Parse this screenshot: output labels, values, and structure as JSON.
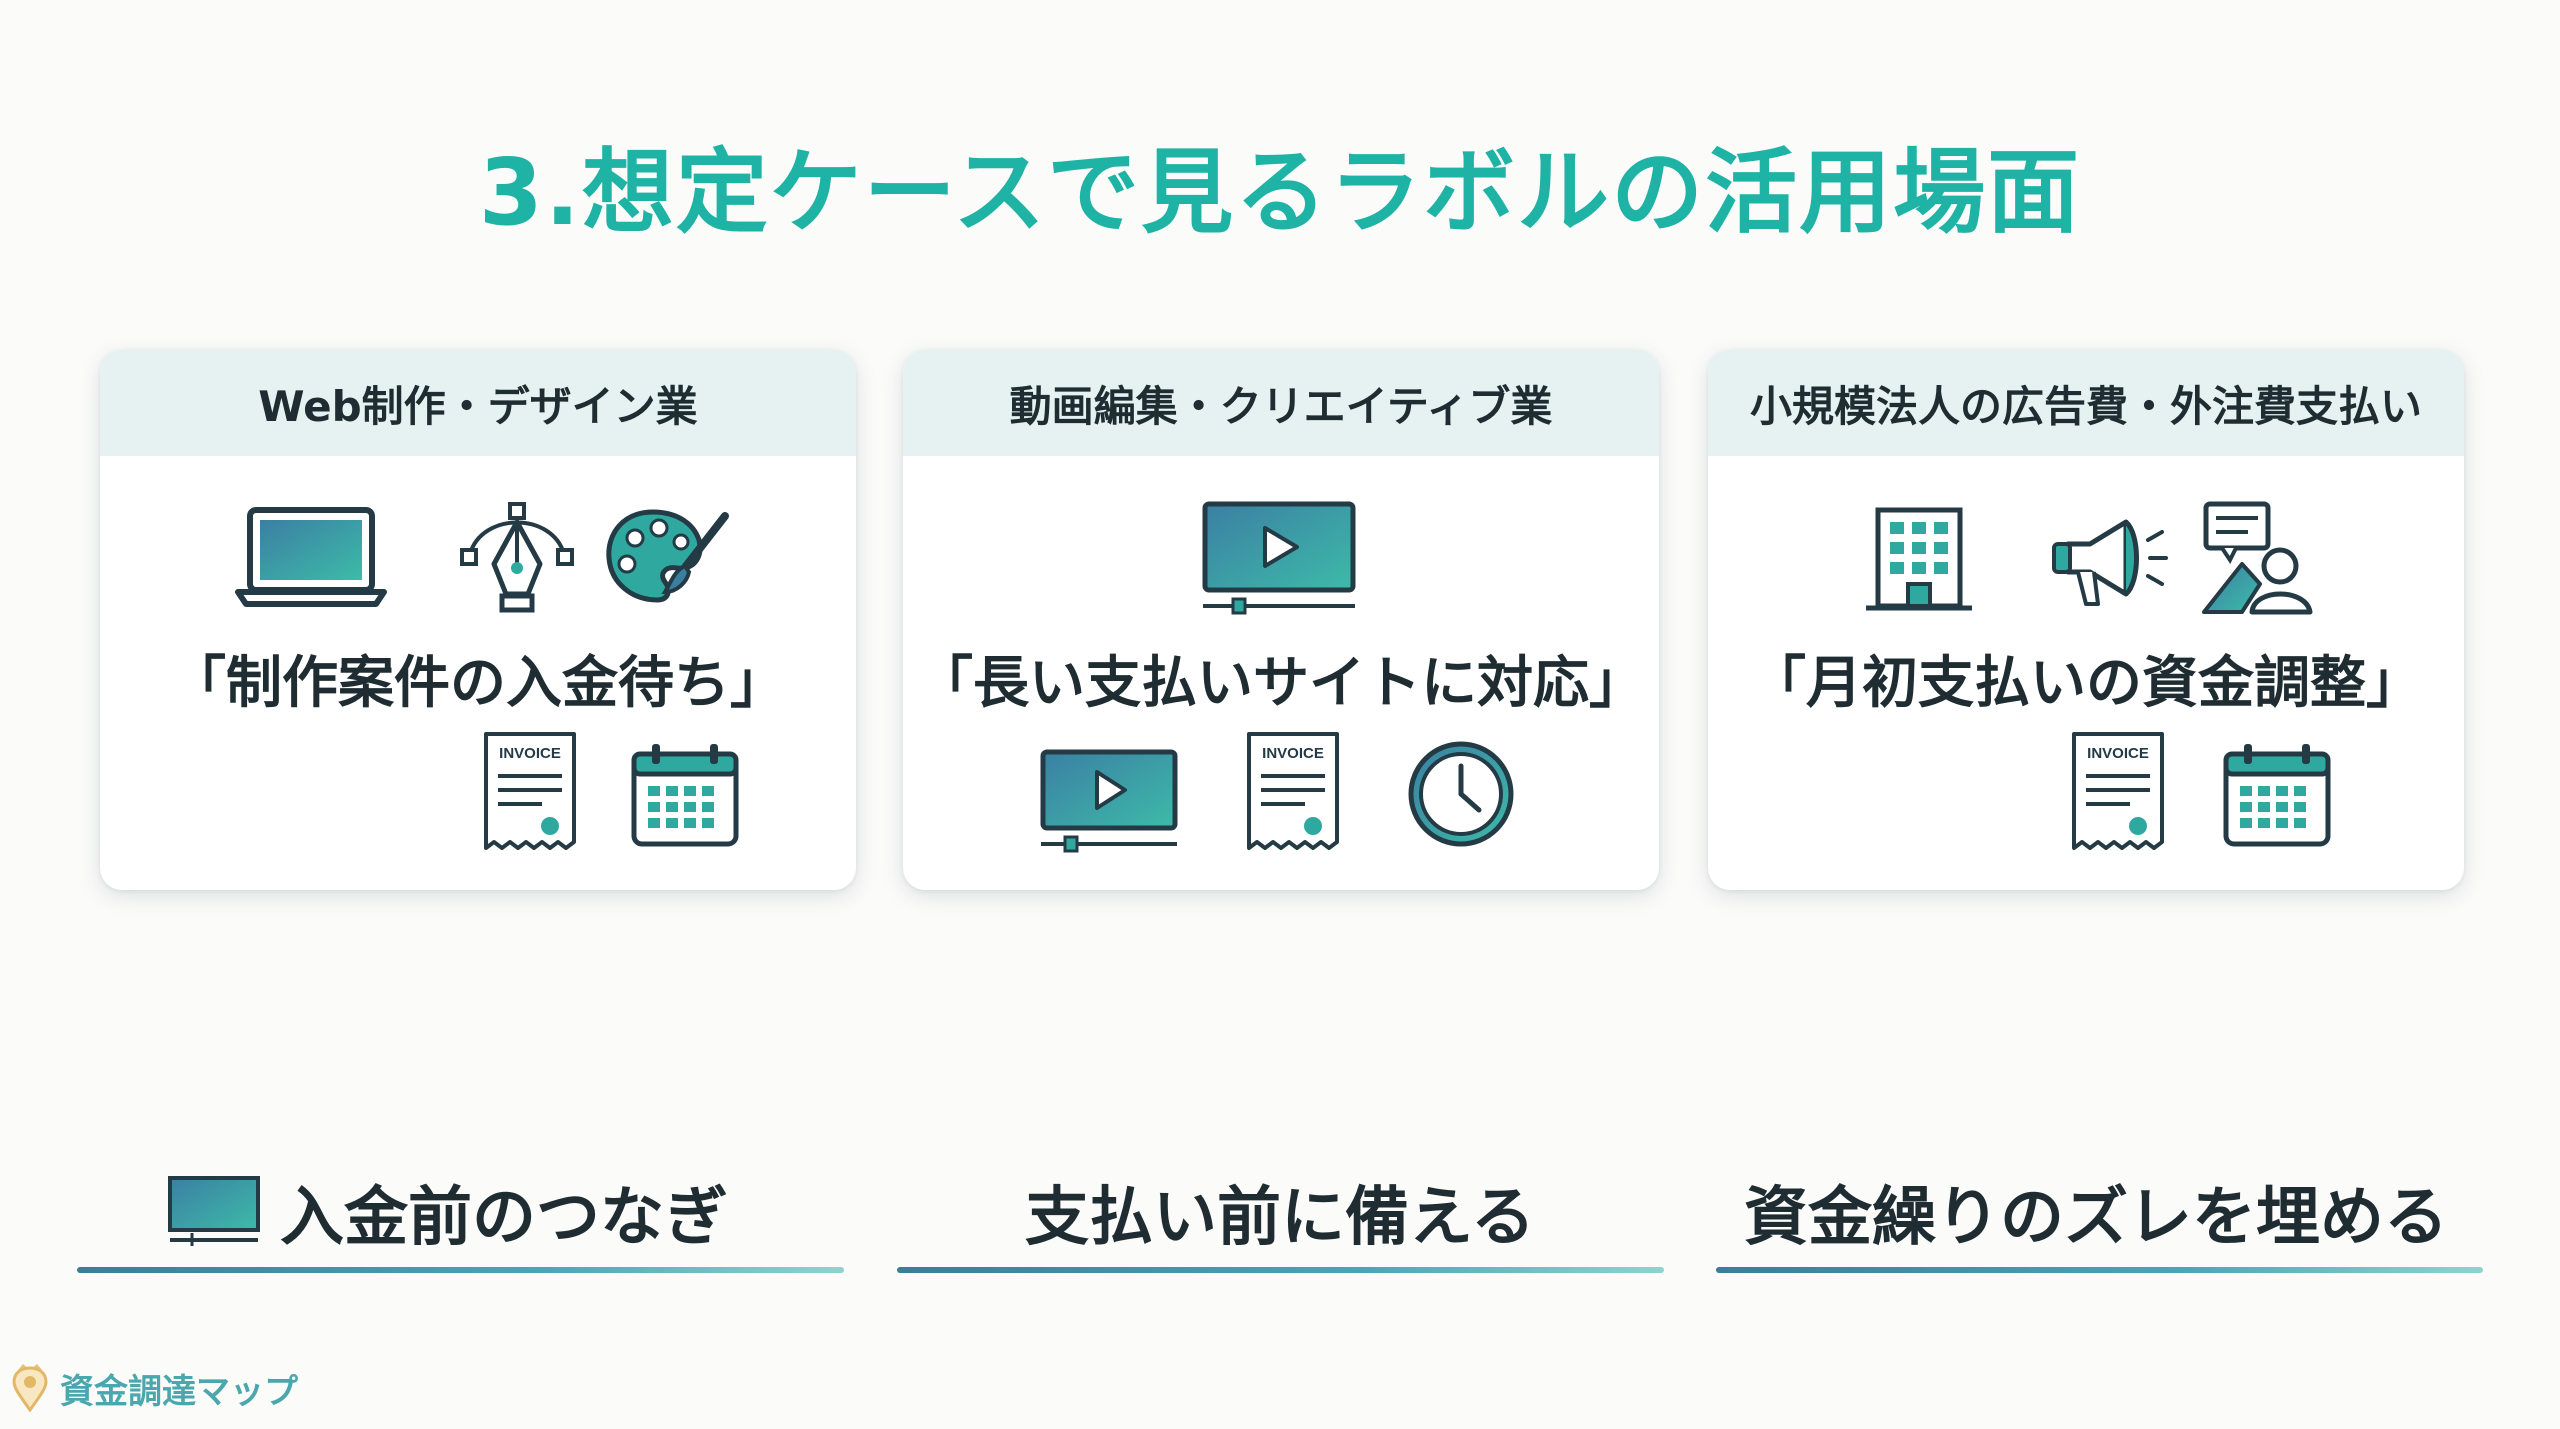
{
  "slide": {
    "title": "3.想定ケースで見るラボルの活用場面"
  },
  "cards": [
    {
      "header": "Web制作・デザイン業",
      "quote": "「制作案件の入金待ち」",
      "icons": [
        "laptop-icon",
        "pen-tool-icon",
        "palette-icon",
        "invoice-icon",
        "calendar-icon"
      ],
      "invoice_label": "INVOICE"
    },
    {
      "header": "動画編集・クリエイティブ業",
      "quote": "「長い支払いサイトに対応」",
      "icons": [
        "video-player-icon",
        "video-player-icon",
        "invoice-icon",
        "clock-icon"
      ],
      "invoice_label": "INVOICE"
    },
    {
      "header": "小規模法人の広告費・外注費支払い",
      "quote": "「月初支払いの資金調整」",
      "icons": [
        "building-icon",
        "megaphone-icon",
        "team-presentation-icon",
        "invoice-icon",
        "calendar-icon"
      ],
      "invoice_label": "INVOICE"
    }
  ],
  "bottom": [
    {
      "label": "入金前のつなぎ",
      "icon": "monitor-icon"
    },
    {
      "label": "支払い前に備える"
    },
    {
      "label": "資金繰りのズレを埋める"
    }
  ],
  "brand": {
    "name": "資金調達マップ",
    "icon": "location-pin-crown-icon"
  },
  "colors": {
    "title": "#1fb3a6",
    "card_header_bg": "#e6f2f2",
    "accent_teal": "#2fa9a0",
    "accent_blue": "#3a7ea0",
    "icon_stroke": "#243a45"
  }
}
